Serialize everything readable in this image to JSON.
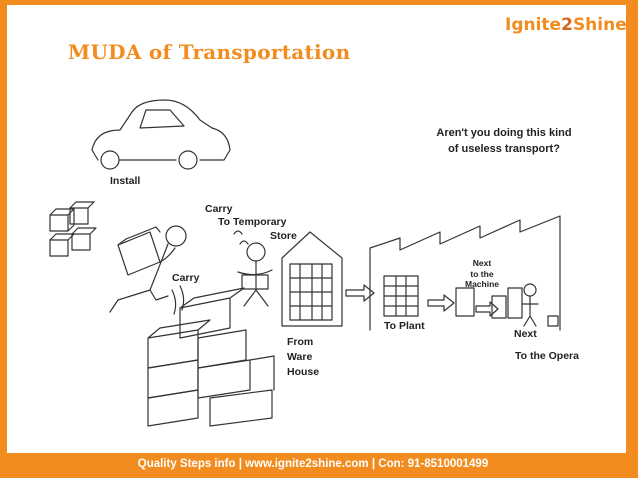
{
  "title": "MUDA of Transportation",
  "brand": {
    "part1": "Ignite",
    "part2": "2",
    "part3": "Shine"
  },
  "question": {
    "line1": "Aren't you doing this kind",
    "line2": "of useless transport?"
  },
  "labels": {
    "install": "Install",
    "carry_top": "Carry",
    "to_temporary": "To Temporary",
    "store": "Store",
    "carry_left": "Carry",
    "from": "From",
    "ware": "Ware",
    "house": "House",
    "to_plant": "To Plant",
    "next_small": "Next",
    "to_the": "to the",
    "machine": "Machine",
    "next": "Next",
    "to_the_opera": "To the Opera"
  },
  "footer": "Quality Steps info | www.ignite2shine.com | Con: 91-8510001499",
  "colors": {
    "accent": "#f28c1e",
    "background": "#ffffff",
    "footer_text": "#ffffff"
  }
}
